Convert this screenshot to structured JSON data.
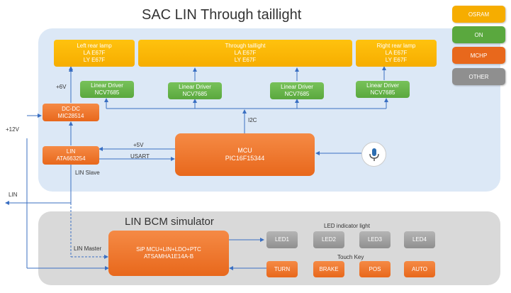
{
  "title": "SAC LIN Through taillight",
  "bcm_title": "LIN BCM simulator",
  "colors": {
    "osram": "#f6ad00",
    "on": "#5aa83e",
    "mchp": "#e8681c",
    "other": "#8f8f8f",
    "panel_top": "#dce8f6",
    "panel_bottom": "#d9d9d9",
    "wire": "#3a6fc2"
  },
  "legend": [
    {
      "label": "OSRAM",
      "kind": "osram"
    },
    {
      "label": "ON",
      "kind": "on"
    },
    {
      "label": "MCHP",
      "kind": "mchp"
    },
    {
      "label": "OTHER",
      "kind": "other"
    }
  ],
  "lamps": {
    "left": {
      "name": "Left rear lamp",
      "l1": "LA E67F",
      "l2": "LY E67F"
    },
    "through": {
      "name": "Through taillight",
      "l1": "LA E67F",
      "l2": "LY E67F"
    },
    "right": {
      "name": "Right rear lamp",
      "l1": "LA E67F",
      "l2": "LY E67F"
    }
  },
  "drivers": {
    "name": "Linear Driver",
    "part": "NCV7685"
  },
  "dcdc": {
    "name": "DC-DC",
    "part": "MIC28514"
  },
  "lin_chip": {
    "name": "LIN",
    "part": "ATA663254"
  },
  "mcu": {
    "name": "MCU",
    "part": "PIC16F15344"
  },
  "sip": {
    "name": "SiP MCU+LIN+LDO+PTC",
    "part": "ATSAMHA1E14A-B"
  },
  "labels": {
    "v6": "+6V",
    "v12": "+12V",
    "v5": "+5V",
    "usart": "USART",
    "i2c": "I2C",
    "lin_slave": "LIN Slave",
    "lin": "LIN",
    "lin_master": "LIN Master",
    "led_indicator": "LED indicator light",
    "touch_key": "Touch Key"
  },
  "leds": [
    "LED1",
    "LED2",
    "LED3",
    "LED4"
  ],
  "keys": [
    "TURN",
    "BRAKE",
    "POS",
    "AUTO"
  ]
}
